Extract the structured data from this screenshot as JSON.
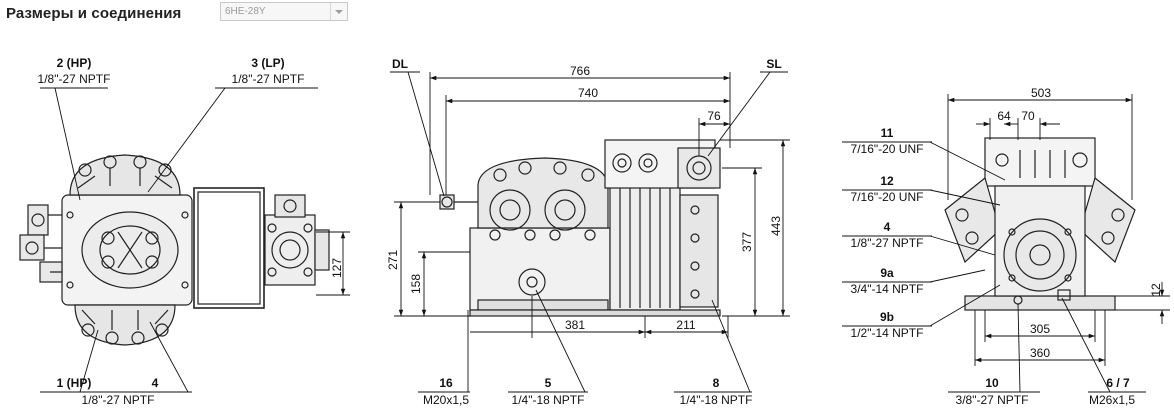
{
  "header": {
    "title": "Размеры и соединения",
    "model_select_value": "6HE-28Y"
  },
  "left_view": {
    "callouts": [
      {
        "id": "2 (HP)",
        "spec": "1/8\"-27 NPTF"
      },
      {
        "id": "3 (LP)",
        "spec": "1/8\"-27 NPTF"
      },
      {
        "id": "1 (HP)",
        "spec": "1/8\"-27 NPTF"
      },
      {
        "id": "4",
        "spec": ""
      }
    ],
    "dim_127": "127"
  },
  "side_view": {
    "labels": {
      "dl": "DL",
      "sl": "SL"
    },
    "dims": {
      "d766": "766",
      "d740": "740",
      "d76": "76",
      "d443": "443",
      "d377": "377",
      "d271": "271",
      "d158": "158",
      "d381": "381",
      "d211": "211"
    },
    "callouts": [
      {
        "id": "16",
        "spec": "M20x1,5"
      },
      {
        "id": "5",
        "spec": "1/4\"-18 NPTF"
      },
      {
        "id": "8",
        "spec": "1/4\"-18 NPTF"
      }
    ]
  },
  "end_view": {
    "dims": {
      "d503": "503",
      "d64": "64",
      "d70": "70",
      "d12": "12",
      "d305": "305",
      "d360": "360"
    },
    "callouts": [
      {
        "id": "11",
        "spec": "7/16\"-20 UNF"
      },
      {
        "id": "12",
        "spec": "7/16\"-20 UNF"
      },
      {
        "id": "4",
        "spec": "1/8\"-27 NPTF"
      },
      {
        "id": "9a",
        "spec": "3/4\"-14 NPTF"
      },
      {
        "id": "9b",
        "spec": "1/2\"-14 NPTF"
      },
      {
        "id": "10",
        "spec": "3/8\"-27 NPTF"
      },
      {
        "id": "6 / 7",
        "spec": "M26x1,5"
      }
    ]
  }
}
